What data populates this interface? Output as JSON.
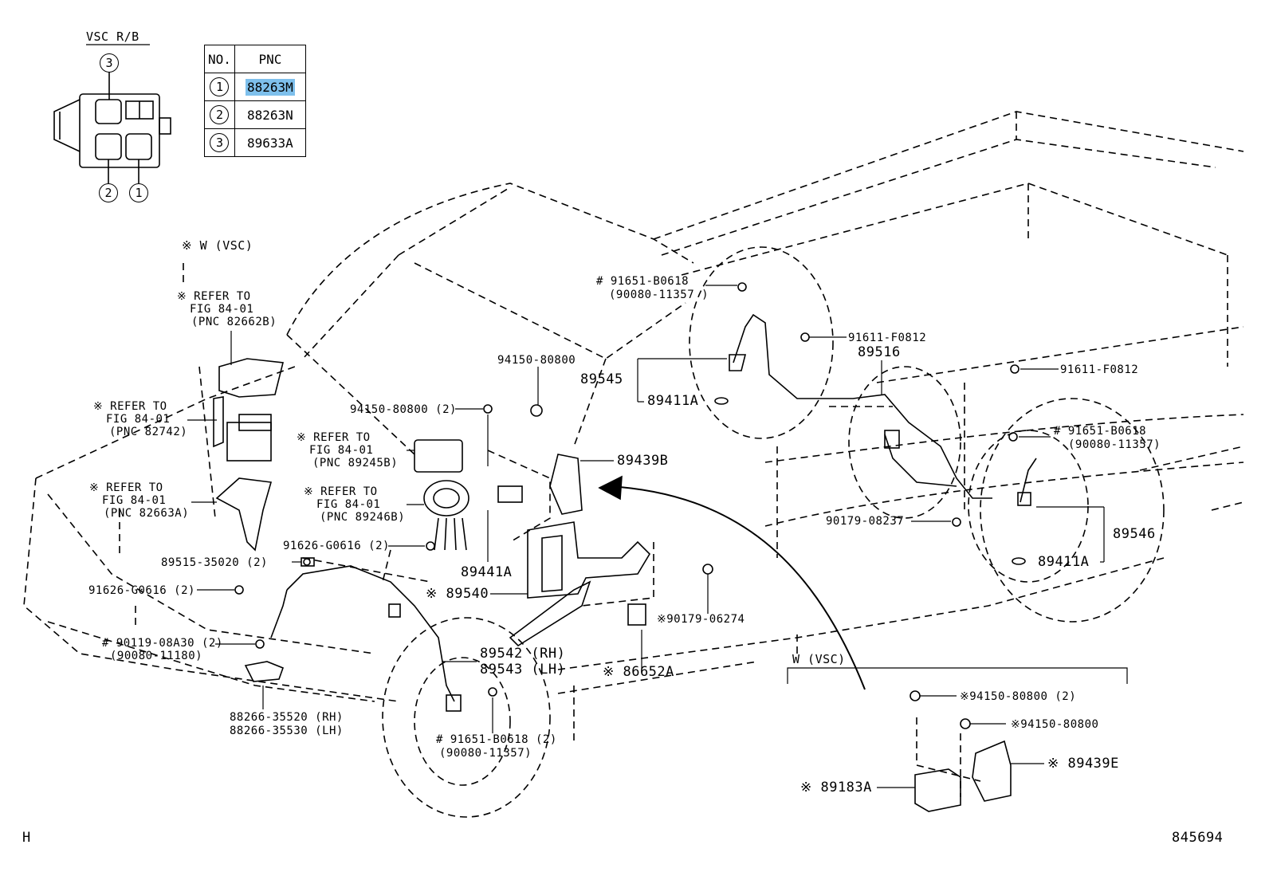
{
  "connector": {
    "title": "VSC R/B",
    "pins": {
      "p3": "3",
      "p2": "2",
      "p1": "1"
    }
  },
  "pnc_table": {
    "col_no": "NO.",
    "col_pnc": "PNC",
    "rows": [
      {
        "no": "1",
        "pnc": "88263M",
        "highlighted": true
      },
      {
        "no": "2",
        "pnc": "88263N",
        "highlighted": false
      },
      {
        "no": "3",
        "pnc": "89633A",
        "highlighted": false
      }
    ]
  },
  "notes": {
    "w_vsc_marked": "※ W (VSC)",
    "w_vsc_box": "W (VSC)"
  },
  "refers": {
    "r1": [
      "※ REFER TO",
      "FIG 84-01",
      "(PNC 82662B)"
    ],
    "r2": [
      "※ REFER TO",
      "FIG 84-01",
      "(PNC 82742)"
    ],
    "r3": [
      "※ REFER TO",
      "FIG 84-01",
      "(PNC 82663A)"
    ],
    "r4": [
      "※ REFER TO",
      "FIG 84-01",
      "(PNC 89245B)"
    ],
    "r5": [
      "※ REFER TO",
      "FIG 84-01",
      "(PNC 89246B)"
    ]
  },
  "parts": {
    "p91651_top": "# 91651-B0618",
    "p90080_top": "(90080-11357 )",
    "p91611_a": "91611-F0812",
    "p89516": "89516",
    "p94150_a": "94150-80800",
    "p89545": "89545",
    "p89411A_a": "89411A",
    "p91611_b": "91611-F0812",
    "p94150_b": "94150-80800 (2)",
    "p91651_right": "# 91651-B0618",
    "p90080_right": "(90080-11357)",
    "p89439B": "89439B",
    "p90179_08237": "90179-08237",
    "p89546": "89546",
    "p89411A_b": "89411A",
    "p91626_a": "91626-G0616 (2)",
    "p89441A": "89441A",
    "p89515": "89515-35020 (2)",
    "p91626_b": "91626-G0616 (2)",
    "p89540": "※ 89540",
    "p90179_06274": "※90179-06274",
    "p90119": "# 90119-08A30 (2)",
    "p90080_11180": "(90080-11180)",
    "p89542": "89542 (RH)",
    "p89543": "89543 (LH)",
    "p86652A": "※ 86652A",
    "p88266_a": "88266-35520 (RH)",
    "p88266_b": "88266-35530 (LH)",
    "p91651_bottom": "# 91651-B0618 (2)",
    "p90080_bottom": "(90080-11357)",
    "p94150_c": "※94150-80800 (2)",
    "p94150_d": "※94150-80800",
    "p89439E": "※ 89439E",
    "p89183A": "※ 89183A"
  },
  "footer": {
    "left_code": "H",
    "drawing_no": "845694"
  }
}
